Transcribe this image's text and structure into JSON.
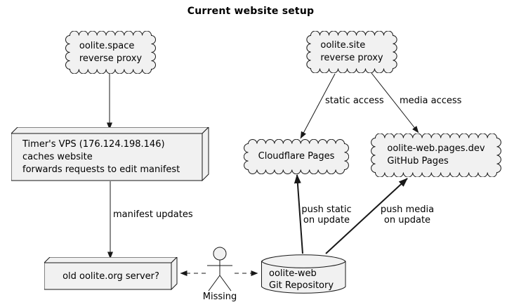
{
  "title": "Current website setup",
  "colors": {
    "background": "#ffffff",
    "node_fill": "#f1f1f1",
    "node_border": "#181818",
    "edge": "#181818",
    "text": "#000000"
  },
  "nodes": {
    "oolite_space": {
      "type": "cloud",
      "label": "oolite.space\nreverse proxy"
    },
    "oolite_site": {
      "type": "cloud",
      "label": "oolite.site\nreverse proxy"
    },
    "timers_vps": {
      "type": "node",
      "label": "Timer's VPS (176.124.198.146)\ncaches website\nforwards requests to edit manifest"
    },
    "cloudflare": {
      "type": "cloud",
      "label": "Cloudflare Pages"
    },
    "github_pages": {
      "type": "cloud",
      "label": "oolite-web.pages.dev\nGitHub Pages"
    },
    "old_server": {
      "type": "node",
      "label": "old oolite.org server?"
    },
    "missing_actor": {
      "type": "actor",
      "label": "Missing"
    },
    "git_repo": {
      "type": "database",
      "label": "oolite-web\nGit Repository"
    }
  },
  "edges": {
    "space_to_vps": {
      "label": ""
    },
    "vps_to_old": {
      "label": "manifest updates"
    },
    "site_to_cloudflare": {
      "label": "static access"
    },
    "site_to_github": {
      "label": "media access"
    },
    "repo_to_cloudflare": {
      "label": "push static\non update"
    },
    "repo_to_github": {
      "label": "push media\non update"
    },
    "old_from_missing": {
      "label": "",
      "style": "dashed"
    },
    "repo_from_missing": {
      "label": "",
      "style": "dashed"
    }
  }
}
